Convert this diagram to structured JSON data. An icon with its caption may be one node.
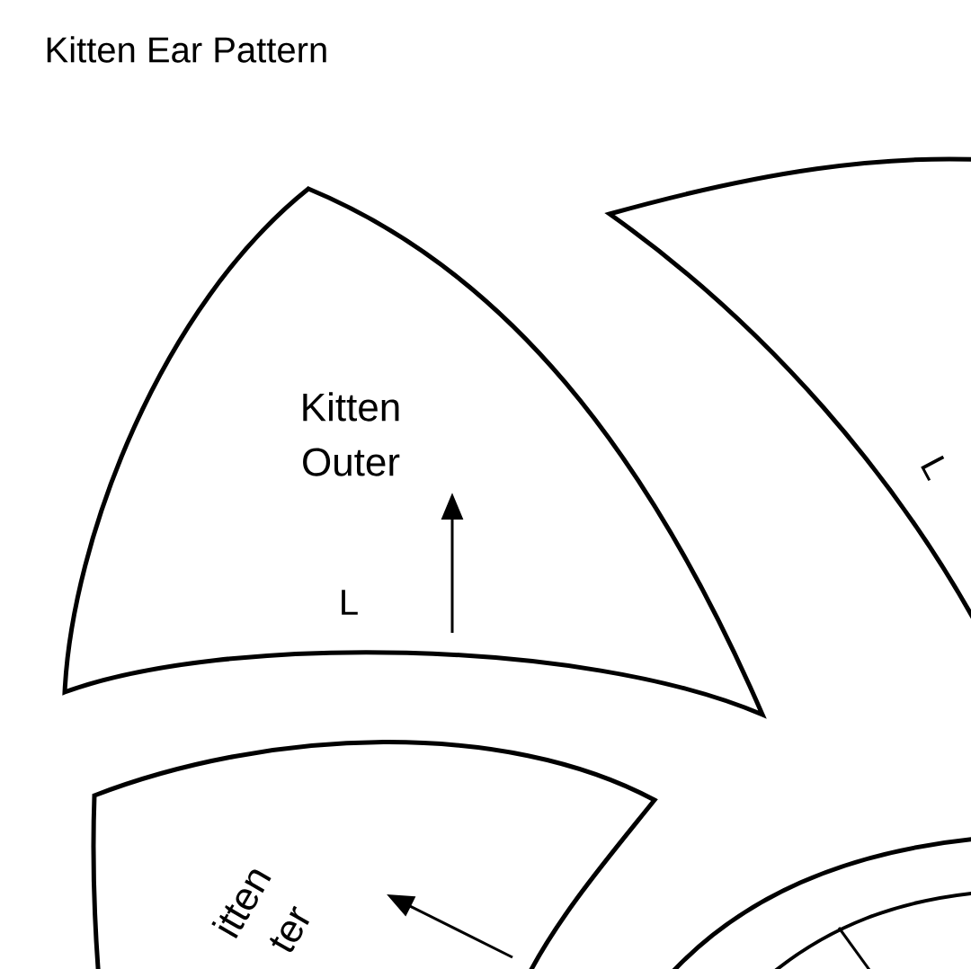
{
  "diagram": {
    "title": "Kitten Ear Pattern",
    "nodes": [
      {
        "text": [
          "Kitten Outer",
          "L"
        ]
      },
      {
        "text": [
          "L"
        ]
      },
      {
        "text": [
          "itten ter"
        ]
      },
      {
        "text": [],
        "shape": "circle"
      }
    ]
  }
}
